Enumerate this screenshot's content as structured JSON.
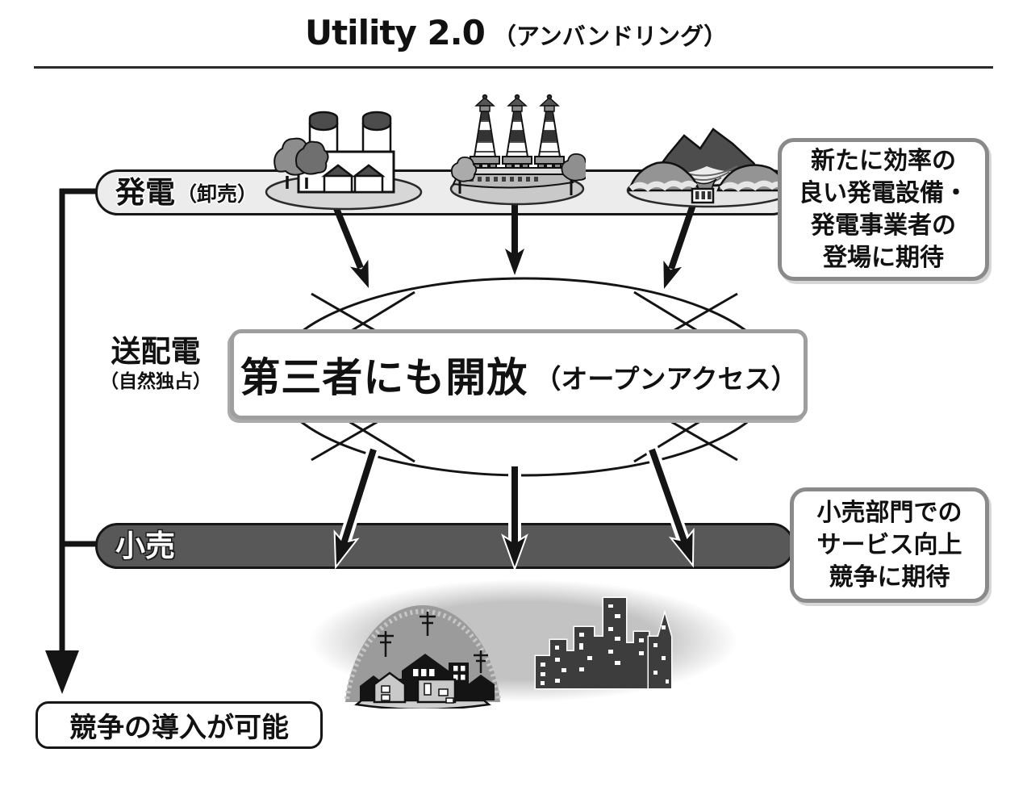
{
  "title": {
    "main": "Utility 2.0",
    "sub": "（アンバンドリング）"
  },
  "layers": {
    "generation": {
      "label": "発電",
      "note": "（卸売）"
    },
    "transmission": {
      "label": "送配電",
      "note": "（自然独占）"
    },
    "retail": {
      "label": "小売"
    }
  },
  "open_access": {
    "main": "第三者にも開放",
    "note": "（オープンアクセス）"
  },
  "callouts": {
    "generation": {
      "lines": [
        "新たに効率の",
        "良い発電設備・",
        "発電事業者の",
        "登場に期待"
      ]
    },
    "retail": {
      "lines": [
        "小売部門での",
        "サービス向上",
        "競争に期待"
      ]
    }
  },
  "conclusion": {
    "label": "競争の導入が可能"
  },
  "illustrations": {
    "factory": "thermal-power-plant-illustration",
    "towers": "power-station-towers-illustration",
    "mountain": "hydro-dam-mountain-illustration",
    "dome_town": "residential-town-illustration",
    "city": "city-skyline-illustration"
  },
  "colors": {
    "band_light": "#ececec",
    "band_dark": "#585858",
    "box_border_gray": "#8a8a8a",
    "ink": "#111111",
    "soft_band_gray": "#c3c3c3"
  }
}
